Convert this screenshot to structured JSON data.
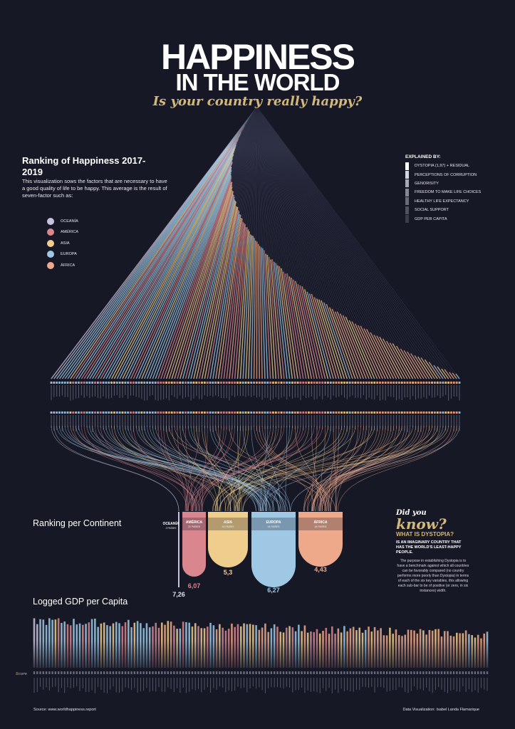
{
  "header": {
    "title_line1": "HAPPINESS",
    "title_line2": "IN THE WORLD",
    "subtitle": "Is your country really happy?"
  },
  "intro": {
    "title": "Ranking of Happiness 2017-2019",
    "description": "This visualization sows the factors that are necessary to have a good quality of life to be happy. This average is the result of seven-factor such as:"
  },
  "colors": {
    "background": "#171826",
    "gold": "#d3b878",
    "oceania": "#c8c2dc",
    "america": "#d9868e",
    "asia": "#efcd8c",
    "europa": "#9fc8e4",
    "africa": "#eda98a"
  },
  "continent_legend": [
    {
      "key": "oceania",
      "label": "OCEANÍA"
    },
    {
      "key": "america",
      "label": "AMÉRICA"
    },
    {
      "key": "asia",
      "label": "ASIA"
    },
    {
      "key": "europa",
      "label": "EUROPA"
    },
    {
      "key": "africa",
      "label": "ÁFRICA"
    }
  ],
  "explained": {
    "title": "EXPLAINED BY:",
    "items": [
      {
        "label": "DYSTOPIA (1,97) + RESIDUAL",
        "color": "#ffffff"
      },
      {
        "label": "PERCEPTIONS OF CORRUPTION",
        "color": "#d4d4dc"
      },
      {
        "label": "GENORISITY",
        "color": "#a9a9b4"
      },
      {
        "label": "FREEDOM TO MAKE LIFE CHOICES",
        "color": "#888894"
      },
      {
        "label": "HEALTHY LIFE EXPECTANCY",
        "color": "#6c6c78"
      },
      {
        "label": "SOCIAL SUPPORT",
        "color": "#52525e"
      },
      {
        "label": "GDP PER CAPITA",
        "color": "#3c3c48"
      }
    ]
  },
  "sections": {
    "continent_title": "Ranking per Continent",
    "gdp_title": "Logged GDP per Capita",
    "score_label": "Score"
  },
  "did_you_know": {
    "did": "Did you",
    "know": "know?",
    "what": "WHAT IS DYSTOPIA?",
    "imaginary": "IS AN IMAGINARY COUNTRY THAT HAS THE WORLD'S LEAST-HAPPY PEOPLE.",
    "body": "The purpose in establishing Dystopia is to have a benchmark against which all countries can be favorably compared (no country performs more poorly than Dystopia) in terms of each of the six key variables, this allowing each sub-bar to be of positive (or zero, in six instances) width."
  },
  "footer": {
    "source": "Source: www.worldhappiness.report",
    "credit": "Data Visualization: Isabel Landa Flamarique"
  },
  "chart_data": [
    {
      "type": "bar",
      "title": "Ranking per Continent",
      "categories": [
        "OCEANÍA",
        "AMÉRICA",
        "ASIA",
        "EUROPA",
        "ÁFRICA"
      ],
      "sublabels": [
        "2 PAÍSES",
        "22 PAÍSES",
        "44 PAÍSES",
        "44 PAÍSES",
        "44 PAÍSES"
      ],
      "values": [
        7.26,
        6.07,
        5.3,
        6.27,
        4.43
      ],
      "value_labels": [
        "7,26",
        "6,07",
        "5,3",
        "6,27",
        "4,43"
      ],
      "series_colors": [
        "#c8c2dc",
        "#d9868e",
        "#efcd8c",
        "#9fc8e4",
        "#eda98a"
      ]
    },
    {
      "type": "bar",
      "title": "Ranking of Happiness 2017-2019",
      "description": "Country happiness scores sorted descending, colored by continent; labels not legible at this resolution",
      "count": 150,
      "ylim": [
        2.5,
        7.8
      ],
      "score_range": [
        7.8,
        2.6
      ]
    },
    {
      "type": "bar",
      "title": "Logged GDP per Capita",
      "count": 150,
      "ylim": [
        0,
        12
      ]
    }
  ]
}
